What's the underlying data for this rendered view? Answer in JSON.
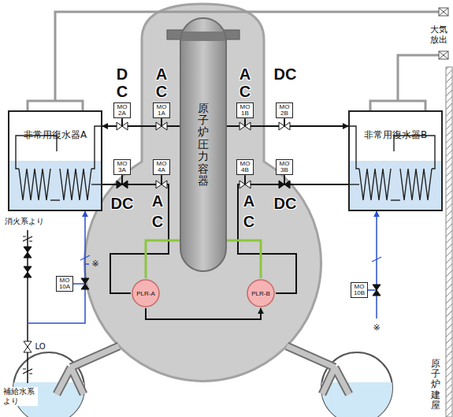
{
  "diagram": {
    "nodes": [
      {
        "text": [
          "非常用復水器A"
        ]
      },
      {
        "text": [
          "MO 2A"
        ]
      },
      {
        "text": [
          "MO 1A"
        ]
      },
      {
        "text": [
          "原子炉圧力容器"
        ]
      },
      {
        "text": [
          "MO 1B"
        ]
      },
      {
        "text": [
          "MO 2B"
        ]
      },
      {
        "text": [
          "非常用復水器B"
        ]
      },
      {
        "text": [
          "MO 3A"
        ]
      },
      {
        "text": [
          "MO 4A"
        ]
      },
      {
        "text": [
          "MO 4B"
        ]
      },
      {
        "text": [
          "MO 3B"
        ]
      },
      {
        "text": [
          "MO 10A"
        ]
      },
      {
        "text": [
          "MO 10B"
        ]
      },
      {
        "text": [
          "PLR-A"
        ]
      },
      {
        "text": [
          "PLR-B"
        ]
      }
    ],
    "edges": [
      {
        "from": 3,
        "to": 2,
        "arrow": "none"
      },
      {
        "from": 2,
        "to": 1,
        "arrow": "none"
      },
      {
        "from": 1,
        "to": 0,
        "arrow": "to"
      },
      {
        "from": 3,
        "to": 4,
        "arrow": "none"
      },
      {
        "from": 4,
        "to": 5,
        "arrow": "none"
      },
      {
        "from": 5,
        "to": 6,
        "arrow": "to"
      },
      {
        "from": 0,
        "to": 7,
        "arrow": "none"
      },
      {
        "from": 7,
        "to": 8,
        "arrow": "none"
      },
      {
        "from": 8,
        "to": 13,
        "arrow": "none"
      },
      {
        "from": 6,
        "to": 10,
        "arrow": "none"
      },
      {
        "from": 10,
        "to": 9,
        "arrow": "none"
      },
      {
        "from": 9,
        "to": 14,
        "arrow": "none"
      },
      {
        "from": 13,
        "to": 14,
        "arrow": "to"
      },
      {
        "from": 3,
        "to": 13,
        "arrow": "none"
      },
      {
        "from": 3,
        "to": 14,
        "arrow": "none"
      },
      {
        "from": 11,
        "to": 0,
        "arrow": "to"
      },
      {
        "from": 12,
        "to": 6,
        "arrow": "to"
      }
    ],
    "labels": [
      "D",
      "A",
      "A",
      "DC",
      "C",
      "C",
      "C",
      "DC",
      "A",
      "A",
      "DC",
      "C",
      "C",
      "大気放出",
      "消火系より",
      "※",
      "LO",
      "補給水系より",
      "※",
      "原子炉建屋"
    ]
  }
}
